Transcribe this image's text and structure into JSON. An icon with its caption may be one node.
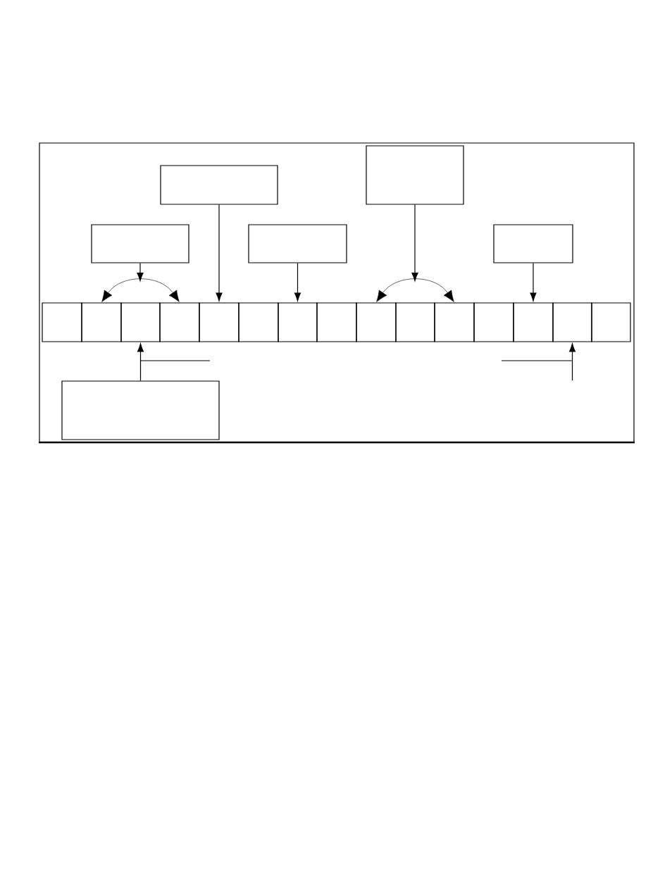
{
  "diagram": {
    "nodes": [
      {
        "text": [],
        "shape": "box"
      },
      {
        "text": [],
        "shape": "box"
      },
      {
        "text": [],
        "shape": "box"
      },
      {
        "text": [],
        "shape": "box"
      },
      {
        "text": [],
        "shape": "box"
      },
      {
        "text": [],
        "shape": "box"
      },
      {
        "text": [],
        "shape": "box"
      },
      {
        "text": [],
        "shape": "box"
      },
      {
        "text": [],
        "shape": "box"
      },
      {
        "text": [],
        "shape": "box"
      },
      {
        "text": [],
        "shape": "box"
      },
      {
        "text": [],
        "shape": "box"
      },
      {
        "text": [],
        "shape": "box"
      },
      {
        "text": [],
        "shape": "box"
      },
      {
        "text": [],
        "shape": "box"
      },
      {
        "text": [],
        "shape": "box"
      },
      {
        "text": [],
        "shape": "box"
      },
      {
        "text": [],
        "shape": "box"
      },
      {
        "text": [],
        "shape": "box"
      },
      {
        "text": [],
        "shape": "box"
      },
      {
        "text": [],
        "shape": "box"
      }
    ],
    "edges": [
      {
        "from": 0,
        "to": 9,
        "arrow": "to"
      },
      {
        "from": 1,
        "to": null,
        "arrow": "to"
      },
      {
        "from": 2,
        "to": null,
        "arrow": "to"
      },
      {
        "from": 3,
        "to": 11,
        "arrow": "to"
      },
      {
        "from": 4,
        "to": 17,
        "arrow": "to"
      },
      {
        "from": 6,
        "to": 8,
        "arrow": "both"
      },
      {
        "from": 13,
        "to": 15,
        "arrow": "both"
      },
      {
        "from": 20,
        "to": 7,
        "arrow": "to"
      },
      {
        "from": null,
        "to": 18,
        "arrow": "to"
      }
    ]
  }
}
